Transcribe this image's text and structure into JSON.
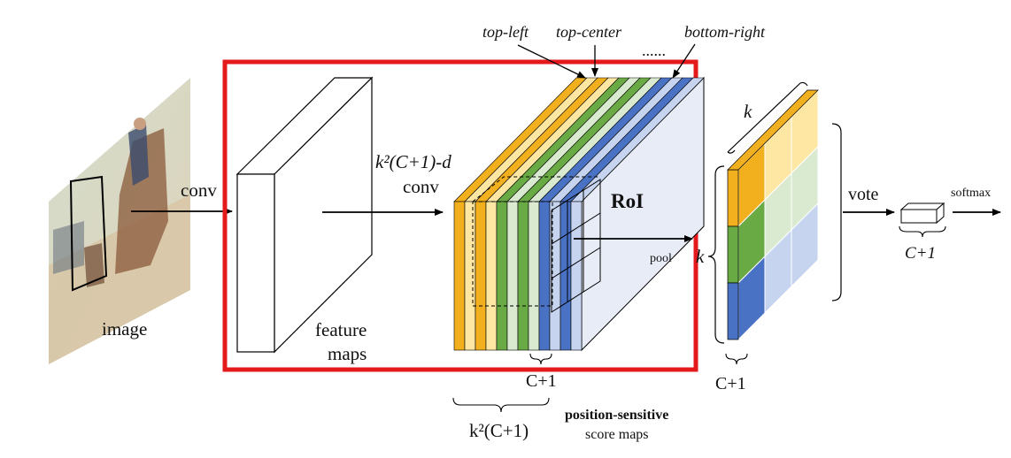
{
  "labels": {
    "image": "image",
    "conv": "conv",
    "feature_maps_line1": "feature",
    "feature_maps_line2": "maps",
    "kconv_line1": "k²(C+1)-d",
    "kconv_line2": "conv",
    "roi": "RoI",
    "pool": "pool",
    "k_top": "k",
    "k_side": "k",
    "vote": "vote",
    "softmax": "softmax",
    "c1_small": "C+1",
    "c1_under_maps": "C+1",
    "c1_under_grid": "C+1",
    "k2c1_brace": "k²(C+1)",
    "score_maps_line1": "position-sensitive",
    "score_maps_line2": "score maps",
    "top_left": "top-left",
    "top_center": "top-center",
    "dots": "......",
    "bottom_right": "bottom-right"
  },
  "colors": {
    "highlight_box": "#e3191c",
    "orange": "#f2b01e",
    "light_orange": "#fde7a3",
    "green": "#6aaa45",
    "light_green": "#d9ead0",
    "blue": "#4a72c4",
    "light_blue": "#c6d4f0",
    "map_face": "#e8ecf7"
  },
  "icons": [
    "photo-thumbnail",
    "feature-map-block",
    "score-map-stack",
    "voting-grid",
    "output-box"
  ]
}
